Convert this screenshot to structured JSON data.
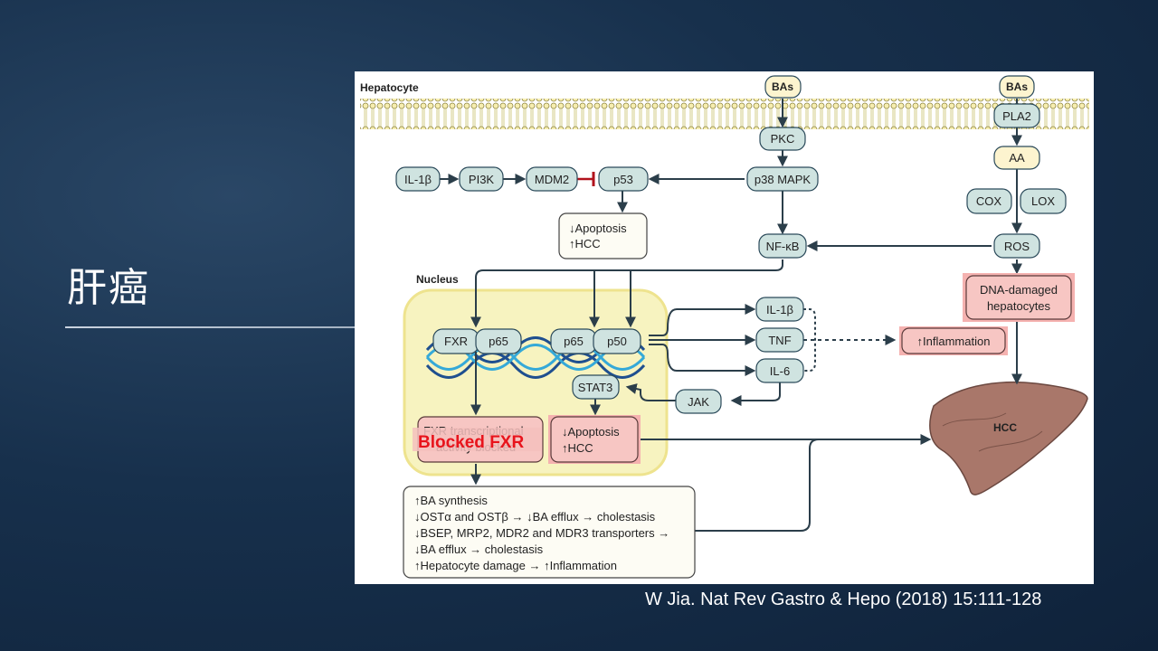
{
  "slide": {
    "title": "肝癌",
    "citation": "W Jia. Nat Rev Gastro & Hepo (2018) 15:111-128"
  },
  "diagram": {
    "hepatocyte_label": "Hepatocyte",
    "nucleus_label": "Nucleus",
    "bas_left": "BAs",
    "bas_right": "BAs",
    "pla2": "PLA2",
    "pkc": "PKC",
    "p38mapk": "p38 MAPK",
    "il1b_left": "IL-1β",
    "pi3k": "PI3K",
    "mdm2": "MDM2",
    "p53": "p53",
    "apoptosis_top_1": "↓Apoptosis",
    "apoptosis_top_2": "↑HCC",
    "nfkb": "NF-κB",
    "aa": "AA",
    "cox": "COX",
    "lox": "LOX",
    "ros": "ROS",
    "dna_damage_1": "DNA-damaged",
    "dna_damage_2": "hepatocytes",
    "fxr": "FXR",
    "p65_a": "p65",
    "p65_b": "p65",
    "p50": "p50",
    "il1b_right": "IL-1β",
    "tnf": "TNF",
    "il6": "IL-6",
    "inflammation": "↑Inflammation",
    "stat3": "STAT3",
    "jak": "JAK",
    "fxr_blocked_1": "FXR transcriptional",
    "fxr_blocked_2": "activity blocked",
    "blocked_overlay": "Blocked FXR",
    "apoptosis_mid_1": "↓Apoptosis",
    "apoptosis_mid_2": "↑HCC",
    "hcc": "HCC",
    "outcomes": [
      "↑BA synthesis",
      "↓OSTα and OSTβ → ↓BA efflux → cholestasis",
      "↓BSEP, MRP2, MDR2 and MDR3 transporters →",
      "↓BA efflux → cholestasis",
      "↑Hepatocyte damage → ↑Inflammation"
    ]
  },
  "colors": {
    "node_teal": "#cfe3e0",
    "node_pink": "#f7c6c3",
    "nucleus_yellow": "#f7f3c0",
    "blocked_red": "#e8141c",
    "liver_brown": "#a9776a"
  }
}
